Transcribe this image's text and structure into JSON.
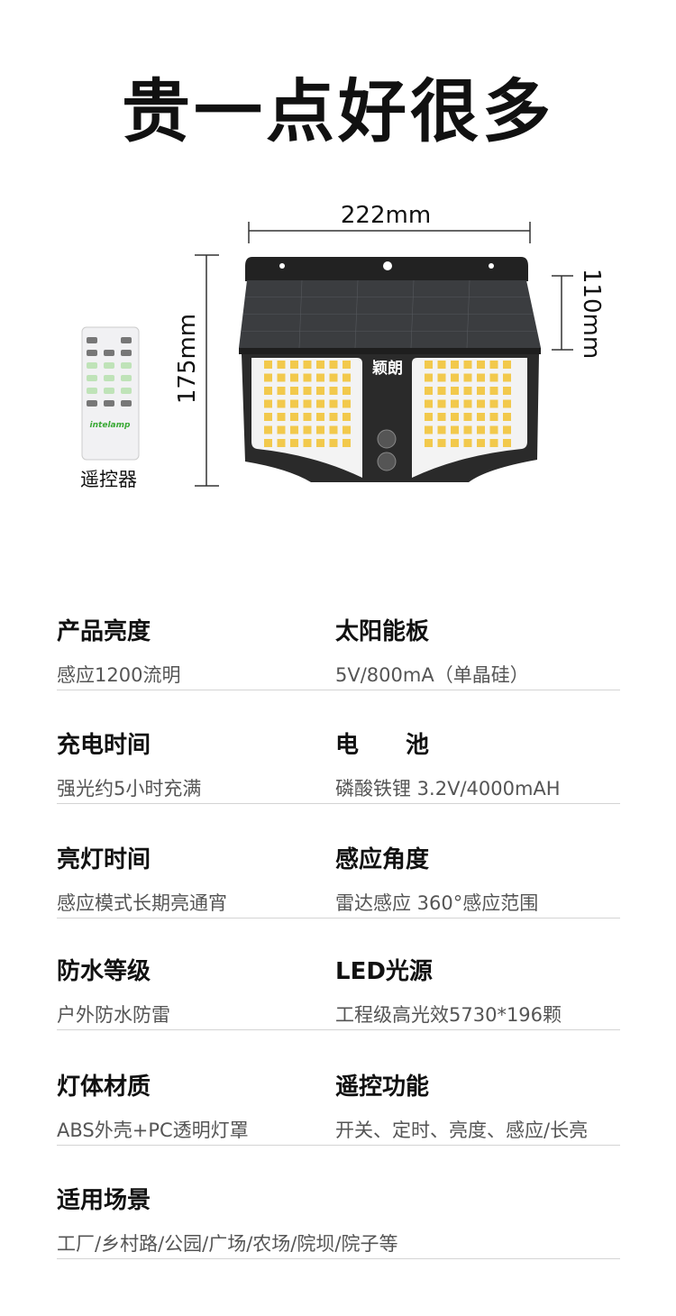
{
  "title": "贵一点好很多",
  "product": {
    "width_label": "222mm",
    "height_label": "175mm",
    "panel_label": "110mm",
    "lamp_logo": "颖朗",
    "remote_logo": "intelamp",
    "remote_label": "遥控器"
  },
  "specs": [
    {
      "label": "产品亮度",
      "value": "感应1200流明"
    },
    {
      "label": "太阳能板",
      "value": "5V/800mA（单晶硅）"
    },
    {
      "label": "充电时间",
      "value": "强光约5小时充满"
    },
    {
      "label": "电　　池",
      "value": "磷酸铁锂 3.2V/4000mAH"
    },
    {
      "label": "亮灯时间",
      "value": "感应模式长期亮通宵"
    },
    {
      "label": "感应角度",
      "value": "雷达感应 360°感应范围"
    },
    {
      "label": "防水等级",
      "value": "户外防水防雷"
    },
    {
      "label": "LED光源",
      "value": "工程级高光效5730*196颗"
    },
    {
      "label": "灯体材质",
      "value": "ABS外壳+PC透明灯罩"
    },
    {
      "label": "遥控功能",
      "value": "开关、定时、亮度、感应/长亮"
    },
    {
      "label": "适用场景",
      "value": "工厂/乡村路/公园/广场/农场/院坝/院子等"
    }
  ],
  "colors": {
    "led": "#f2c94c",
    "body": "#2b2b2b",
    "remote_green": "#3aa935"
  }
}
